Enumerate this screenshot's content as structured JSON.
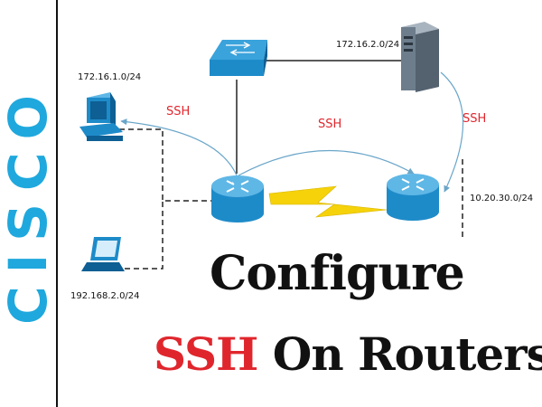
{
  "brand": {
    "text": "CISCO",
    "color": "#1fa8dd"
  },
  "networks": {
    "pc_net": "172.16.1.0/24",
    "server_net": "172.16.2.0/24",
    "laptop_net": "192.168.2.0/24",
    "router_net": "10.20.30.0/24"
  },
  "ssh": {
    "pc": "SSH",
    "routers": "SSH",
    "server": "SSH"
  },
  "title": {
    "line1": "Configure",
    "line2_highlight": "SSH",
    "line2_rest": " On Routers"
  },
  "colors": {
    "device_blue": "#1e8bc9",
    "device_dark": "#0d5f94",
    "link_arrow": "#6aa6c9",
    "serial_link": "#f5d20a",
    "ssh_red": "#e0262d",
    "server_body": "#6d7d8c"
  },
  "icons": {
    "switch": "network-switch-icon",
    "server": "server-tower-icon",
    "pc": "desktop-pc-icon",
    "laptop": "laptop-icon",
    "router": "router-icon"
  }
}
